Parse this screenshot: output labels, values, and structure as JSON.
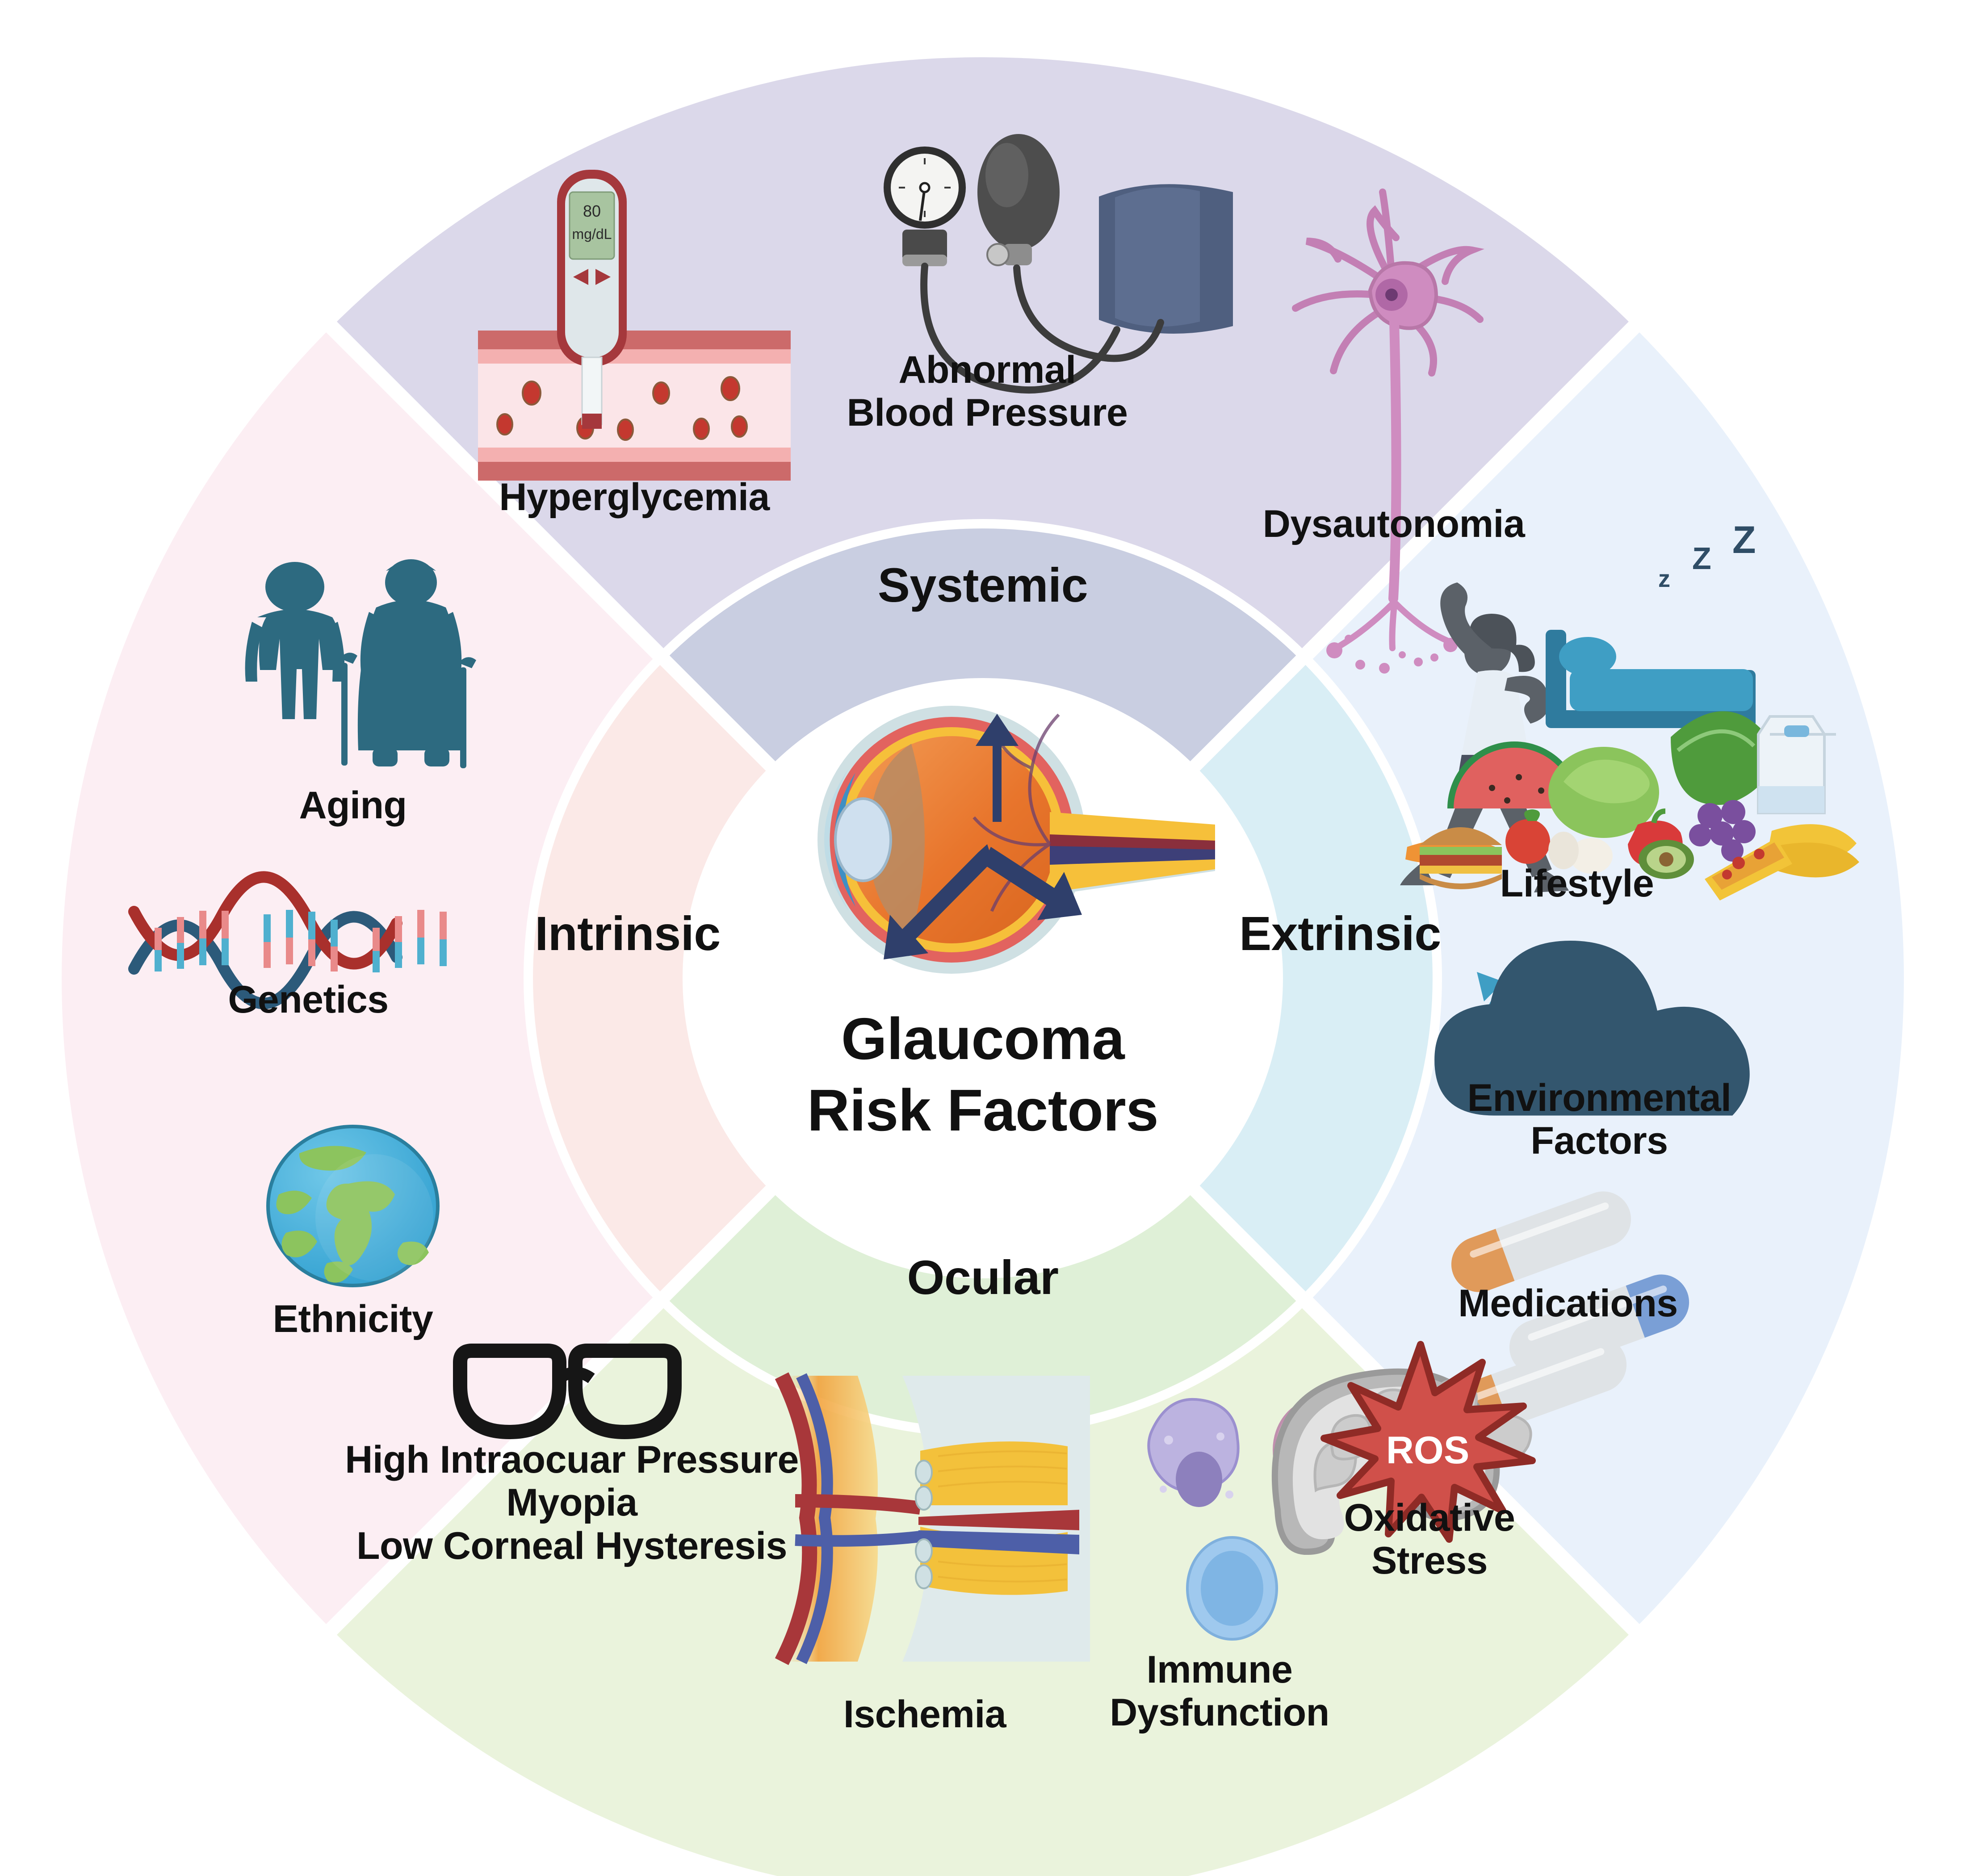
{
  "diagram": {
    "title": "Glaucoma Risk Factors",
    "center": {
      "title_line1": "Glaucoma",
      "title_line2": "Risk Factors",
      "icon": "eye-cross-section-icon"
    },
    "quadrants": [
      {
        "id": "systemic",
        "label": "Systemic",
        "inner_color": "#c9cee1",
        "outer_color": "#dbd8ea",
        "items": [
          {
            "label": "Hyperglycemia",
            "icon": "glucose-meter-blood-vessel-icon",
            "meter_value": "80",
            "meter_unit": "mg/dL"
          },
          {
            "label": "Abnormal\nBlood Pressure",
            "icon": "sphygmomanometer-icon"
          },
          {
            "label": "Dysautonomia",
            "icon": "neuron-icon"
          }
        ]
      },
      {
        "id": "extrinsic",
        "label": "Extrinsic",
        "inner_color": "#d9eef5",
        "outer_color": "#e9f1fb",
        "items": [
          {
            "label": "Lifestyle",
            "icon": "exercise-sleep-diet-icon",
            "sleep_glyph": "z z z"
          },
          {
            "label": "Environmental\nFactors",
            "icon": "sun-cloud-icon"
          },
          {
            "label": "Medications",
            "icon": "pills-capsules-icon"
          }
        ]
      },
      {
        "id": "ocular",
        "label": "Ocular",
        "inner_color": "#dff0d7",
        "outer_color": "#eaf3dc",
        "items": [
          {
            "label": "High Intraocuar Pressure\nMyopia\nLow Corneal Hysteresis",
            "icon": "eyeglasses-icon"
          },
          {
            "label": "Ischemia",
            "icon": "optic-nerve-head-vessels-icon"
          },
          {
            "label": "Immune\nDysfunction",
            "icon": "immune-cells-icon"
          },
          {
            "label": "Oxidative\nStress",
            "icon": "mitochondrion-ros-icon",
            "badge": "ROS"
          }
        ]
      },
      {
        "id": "intrinsic",
        "label": "Intrinsic",
        "inner_color": "#fbe9e7",
        "outer_color": "#fceef3",
        "items": [
          {
            "label": "Aging",
            "icon": "elderly-couple-icon"
          },
          {
            "label": "Genetics",
            "icon": "dna-helix-icon"
          },
          {
            "label": "Ethnicity",
            "icon": "globe-earth-icon"
          }
        ]
      }
    ],
    "colors": {
      "text": "#111111",
      "gap": "#ffffff",
      "ros_badge": "#c0392b",
      "icon_teal": "#2d6a80",
      "icon_blue": "#3f8fc4"
    }
  }
}
